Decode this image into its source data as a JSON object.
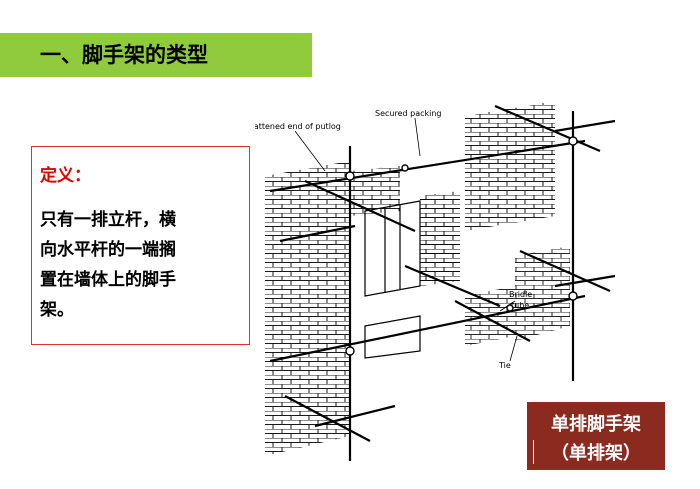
{
  "title": "一、脚手架的类型",
  "definition": {
    "label": "定义：",
    "lines": [
      "只有一排立杆，横",
      "向水平杆的一端搁",
      "置在墙体上的脚手",
      "架。"
    ]
  },
  "diagram": {
    "labels": {
      "flattened_end": "Flattened end of putlog",
      "secured_packing": "Secured packing",
      "bridle": "Bridle",
      "tube": "tube",
      "tie": "Tie"
    }
  },
  "caption": {
    "line1": "单排脚手架",
    "line2": "（单排架）"
  },
  "colors": {
    "title_bg": "#8fcb3c",
    "box_border": "#e03030",
    "label_red": "#e00000",
    "caption_bg": "#8b2a1e"
  }
}
